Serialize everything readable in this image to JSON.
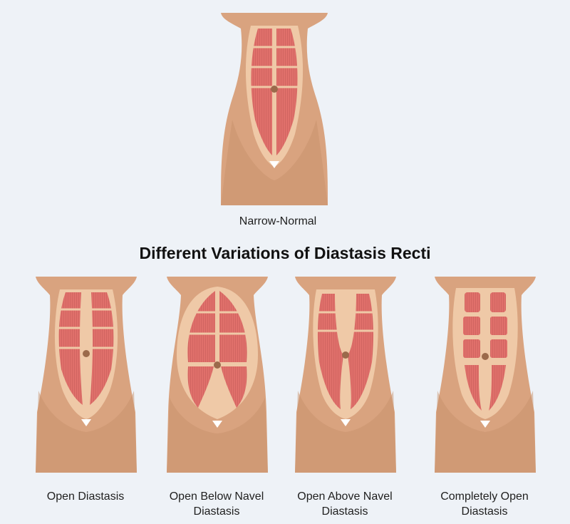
{
  "top_figure": {
    "label": "Narrow-Normal"
  },
  "title": "Different Variations of Diastasis Recti",
  "figures": [
    {
      "label": "Open Diastasis"
    },
    {
      "label": "Open Below Navel Diastasis"
    },
    {
      "label": "Open Above Navel Diastasis"
    },
    {
      "label": "Completely Open Diastasis"
    }
  ],
  "colors": {
    "background": "#eef2f7",
    "skin": "#d9a37f",
    "skin_shadow": "#c8916c",
    "linea": "#efc9a7",
    "muscle": "#e0706b",
    "muscle_stripe": "#cf5c58",
    "navel": "#9b6a4b"
  }
}
